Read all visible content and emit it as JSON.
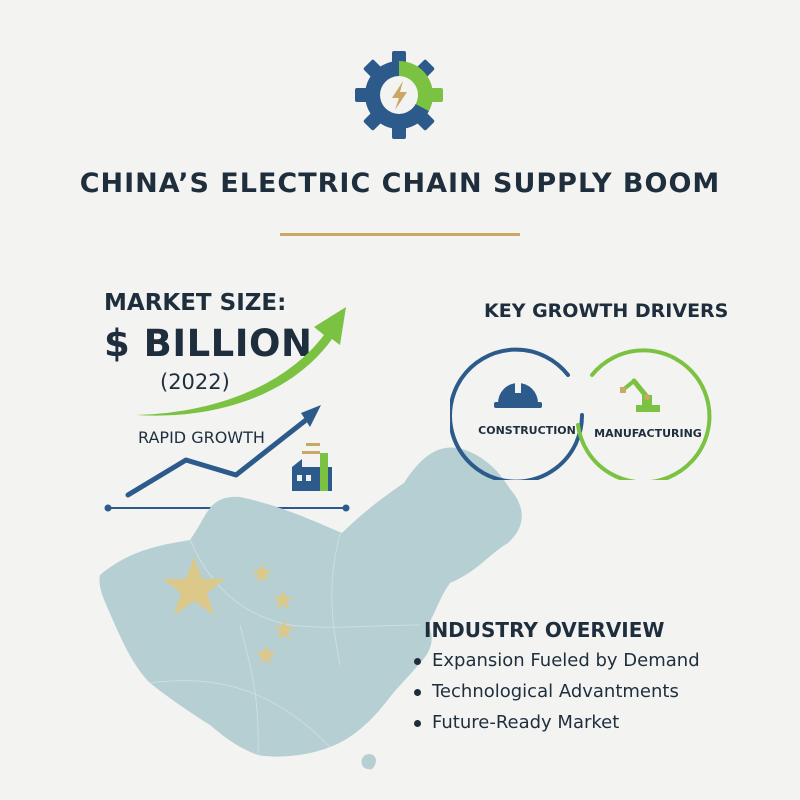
{
  "title": "CHINA’S ELECTRIC CHAIN SUPPLY BOOM",
  "colors": {
    "navy": "#2c5a8a",
    "green": "#7cc242",
    "gold": "#c8a862",
    "text": "#1f2e3d",
    "map": "#b5cfd3"
  },
  "icons": {
    "logo": "gear-lightning-icon",
    "factory": "factory-icon",
    "helmet": "hard-hat-icon",
    "robot": "robot-arm-icon"
  },
  "market": {
    "label": "MARKET SIZE:",
    "value": "$ BILLION",
    "year": "(2022)",
    "growth_label": "RAPID GROWTH"
  },
  "drivers": {
    "title": "KEY GROWTH DRIVERS",
    "items": [
      {
        "label": "CONSTRUCTION",
        "icon": "hard-hat-icon",
        "color": "#2c5a8a"
      },
      {
        "label": "MANUFACTURING",
        "icon": "robot-arm-icon",
        "color": "#7cc242"
      }
    ]
  },
  "overview": {
    "title": "INDUSTRY OVERVIEW",
    "items": [
      "Expansion Fueled by Demand",
      "Technological Advantments",
      "Future-Ready Market"
    ]
  }
}
